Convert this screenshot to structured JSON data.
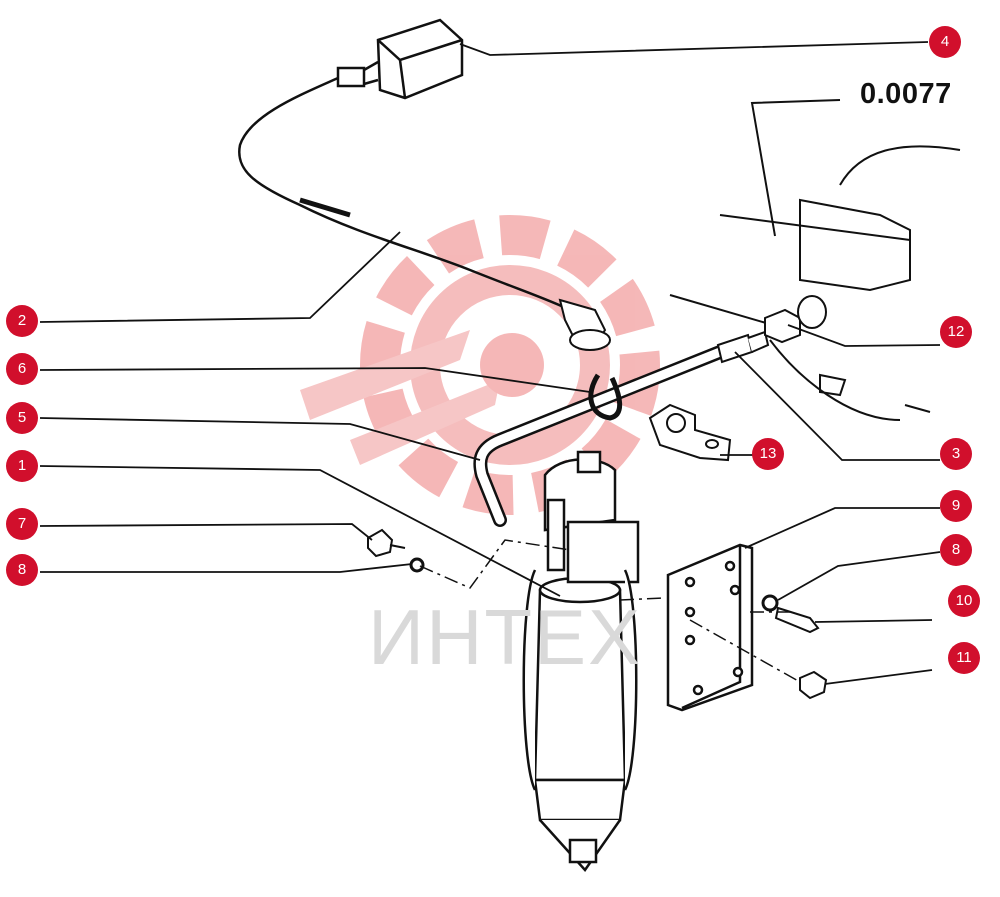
{
  "diagram": {
    "reference_code": "0.0077",
    "watermark_text": "ИНТЕХ",
    "watermark_color": "#f2a0a0",
    "callout_color": "#d10f2c",
    "callouts": [
      {
        "id": "c4a",
        "label": "4"
      },
      {
        "id": "c2",
        "label": "2"
      },
      {
        "id": "c6",
        "label": "6"
      },
      {
        "id": "c5",
        "label": "5"
      },
      {
        "id": "c1",
        "label": "1"
      },
      {
        "id": "c7",
        "label": "7"
      },
      {
        "id": "c8a",
        "label": "8"
      },
      {
        "id": "c12",
        "label": "12"
      },
      {
        "id": "c13",
        "label": "13"
      },
      {
        "id": "c3",
        "label": "3"
      },
      {
        "id": "c9",
        "label": "9"
      },
      {
        "id": "c8b",
        "label": "8"
      },
      {
        "id": "c10",
        "label": "10"
      },
      {
        "id": "c11",
        "label": "11"
      }
    ]
  }
}
